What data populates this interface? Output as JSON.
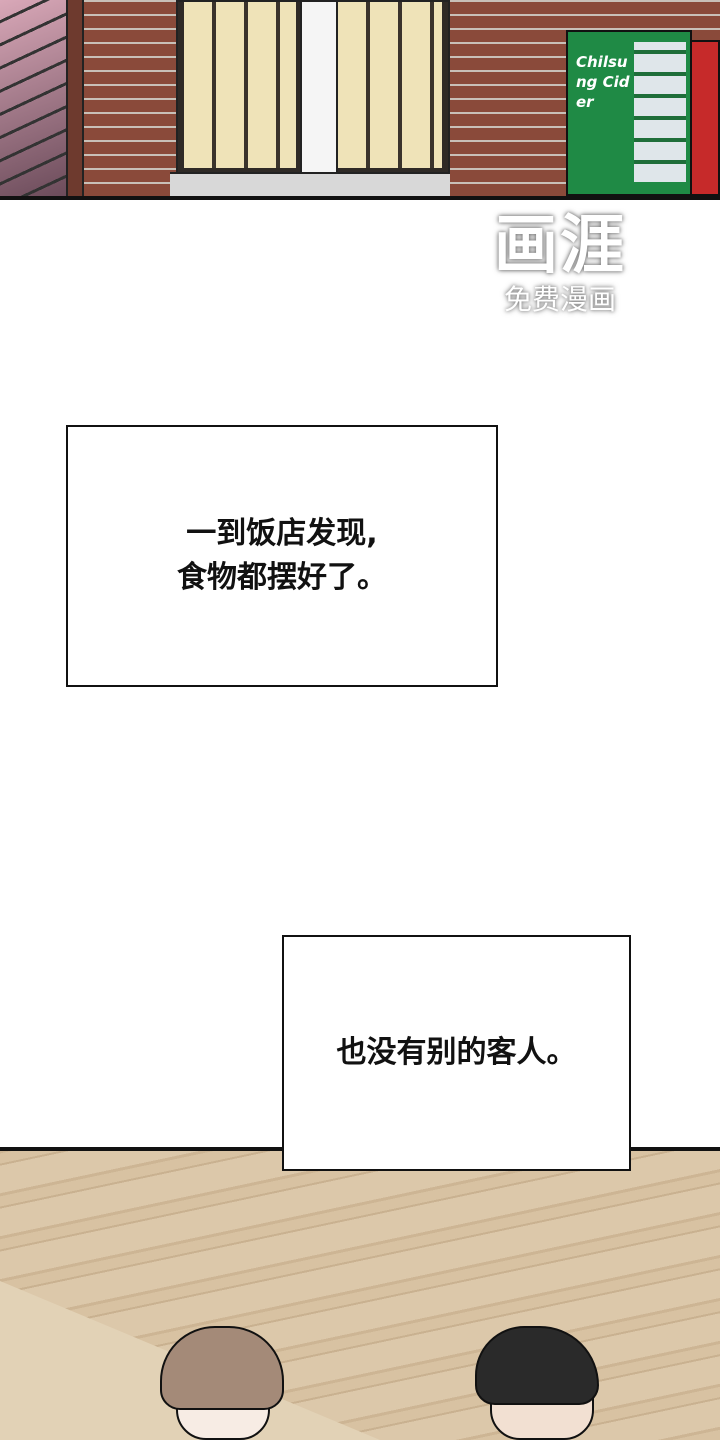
{
  "top_panel": {
    "vending_brand": "Chilsung Cider"
  },
  "watermark": {
    "logo": "画涯",
    "tagline": "免费漫画"
  },
  "captions": [
    {
      "lines": [
        "一到饭店发现,",
        "食物都摆好了。"
      ]
    },
    {
      "lines": [
        "也没有别的客人。"
      ]
    }
  ]
}
